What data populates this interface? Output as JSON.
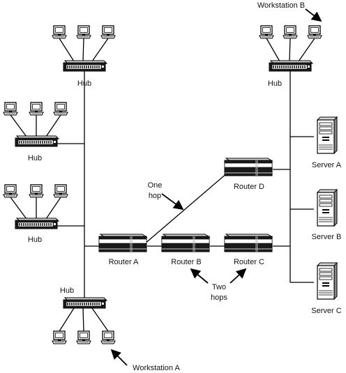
{
  "labels": {
    "hub": "Hub",
    "router_a": "Router A",
    "router_b": "Router B",
    "router_c": "Router C",
    "router_d": "Router D",
    "server_a": "Server A",
    "server_b": "Server B",
    "server_c": "Server C",
    "workstation_a": "Workstation A",
    "workstation_b": "Workstation B",
    "one_hop_line1": "One",
    "one_hop_line2": "hop",
    "two_hops_line1": "Two",
    "two_hops_line2": "hops"
  },
  "icons": {
    "computer": "computer-icon",
    "hub": "hub-icon",
    "router": "router-icon",
    "server": "server-tower-icon",
    "pointer": "arrow-icon"
  },
  "colors": {
    "line": "#000000",
    "device_dark": "#1a1a1a",
    "device_light": "#d8d8d8",
    "screen": "#ffffff"
  }
}
